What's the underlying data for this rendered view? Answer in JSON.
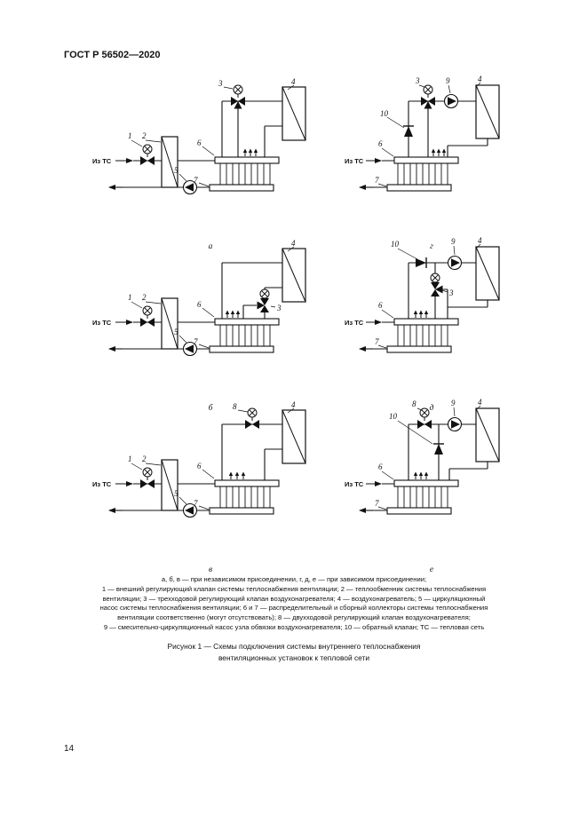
{
  "page": {
    "header": "ГОСТ Р 56502—2020",
    "page_number": "14"
  },
  "figure": {
    "source_label": "Из ТС",
    "diagrams": [
      {
        "letter": "а",
        "labels": {
          "n1": "1",
          "n2": "2",
          "n3": "3",
          "n4": "4",
          "n5": "5",
          "n6": "6",
          "n7": "7"
        }
      },
      {
        "letter": "г",
        "labels": {
          "n3": "3",
          "n4": "4",
          "n6": "6",
          "n7": "7",
          "n9": "9",
          "n10": "10"
        }
      },
      {
        "letter": "б",
        "labels": {
          "n1": "1",
          "n2": "2",
          "n3": "3",
          "n4": "4",
          "n5": "5",
          "n6": "6",
          "n7": "7"
        }
      },
      {
        "letter": "д",
        "labels": {
          "n3": "3",
          "n4": "4",
          "n6": "6",
          "n7": "7",
          "n9": "9",
          "n10": "10"
        }
      },
      {
        "letter": "в",
        "labels": {
          "n1": "1",
          "n2": "2",
          "n4": "4",
          "n5": "5",
          "n6": "6",
          "n7": "7",
          "n8": "8"
        }
      },
      {
        "letter": "е",
        "labels": {
          "n4": "4",
          "n6": "6",
          "n7": "7",
          "n8": "8",
          "n9": "9",
          "n10": "10"
        }
      }
    ],
    "legend": [
      "а, б, в — при независимом присоединении, г, д, е — при зависимом присоединении;",
      "1 — внешний регулирующий клапан системы теплоснабжения вентиляции; 2 — теплообменник системы теплоснабжения",
      "вентиляции; 3 — трехходовой регулирующий клапан воздухонагревателя; 4 — воздухонагреватель; 5 — циркуляционный",
      "насос системы теплоснабжения вентиляции; 6 и 7 — распределительный и сборный коллекторы системы теплоснабжения",
      "вентиляции соответственно (могут отсутствовать); 8 — двухходовой регулирующий клапан воздухонагревателя;",
      "9 — смесительно-циркуляционный насос узла обвязки воздухонагревателя; 10 — обратный клапан; ТС — тепловая сеть"
    ],
    "caption": [
      "Рисунок 1 — Схемы подключения системы внутреннего теплоснабжения",
      "вентиляционных установок к тепловой сети"
    ]
  }
}
